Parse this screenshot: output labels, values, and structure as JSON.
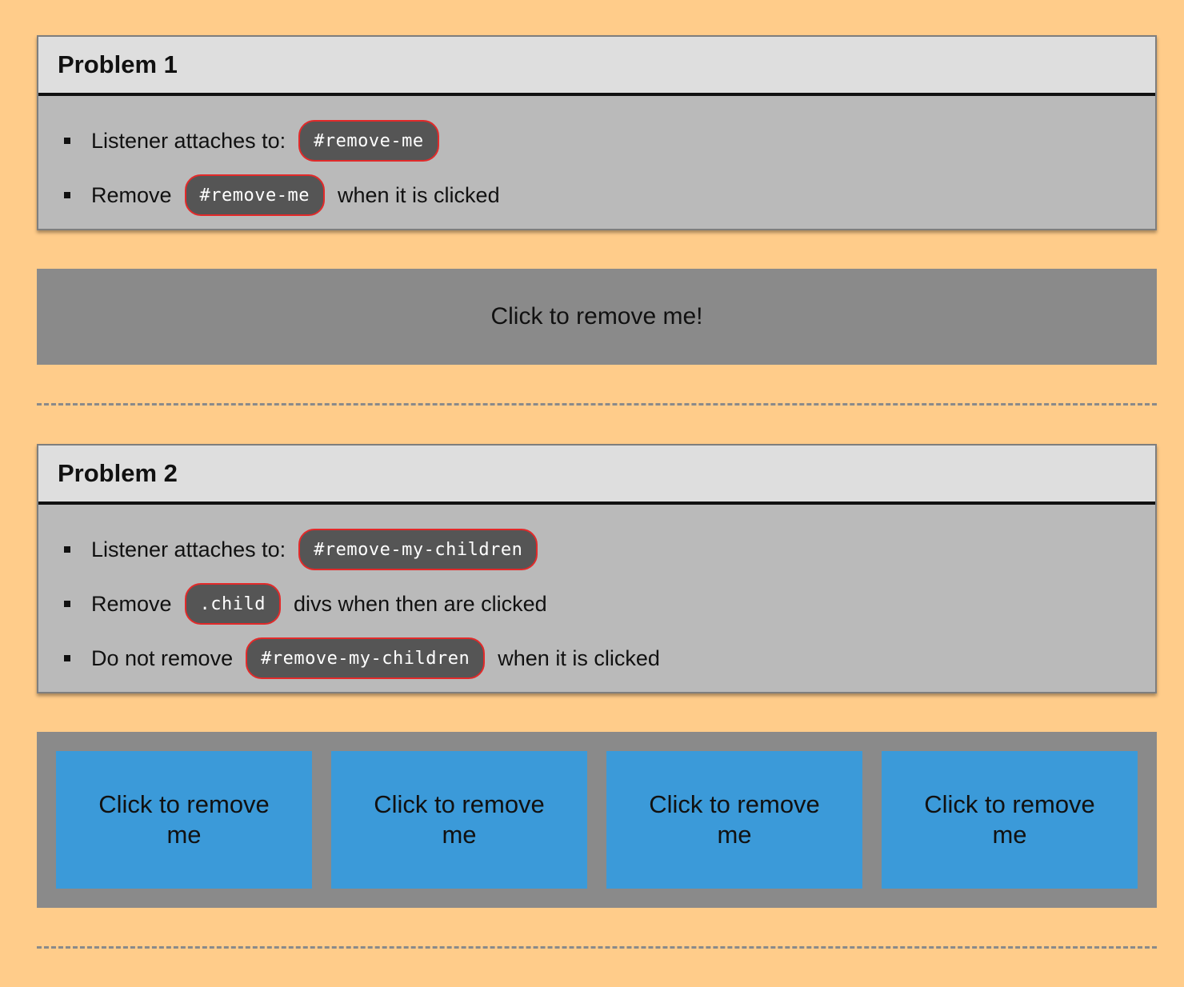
{
  "problem1": {
    "title": "Problem 1",
    "items": [
      {
        "before": "Listener attaches to:",
        "code": "#remove-me",
        "after": ""
      },
      {
        "before": "Remove",
        "code": "#remove-me",
        "after": "when it is clicked"
      }
    ],
    "target_label": "Click to remove me!"
  },
  "problem2": {
    "title": "Problem 2",
    "items": [
      {
        "before": "Listener attaches to:",
        "code": "#remove-my-children",
        "after": ""
      },
      {
        "before": "Remove",
        "code": ".child",
        "after": "divs when then are clicked"
      },
      {
        "before": "Do not remove",
        "code": "#remove-my-children",
        "after": "when it is clicked"
      }
    ],
    "children": [
      {
        "label": "Click to remove me"
      },
      {
        "label": "Click to remove me"
      },
      {
        "label": "Click to remove me"
      },
      {
        "label": "Click to remove me"
      }
    ]
  },
  "colors": {
    "background": "#ffcc8a",
    "card": "#bababa",
    "card_header": "#dedede",
    "pill": "#555555",
    "pill_border": "#e22a2a",
    "target": "#8a8a8a",
    "child": "#3b9ad9"
  }
}
